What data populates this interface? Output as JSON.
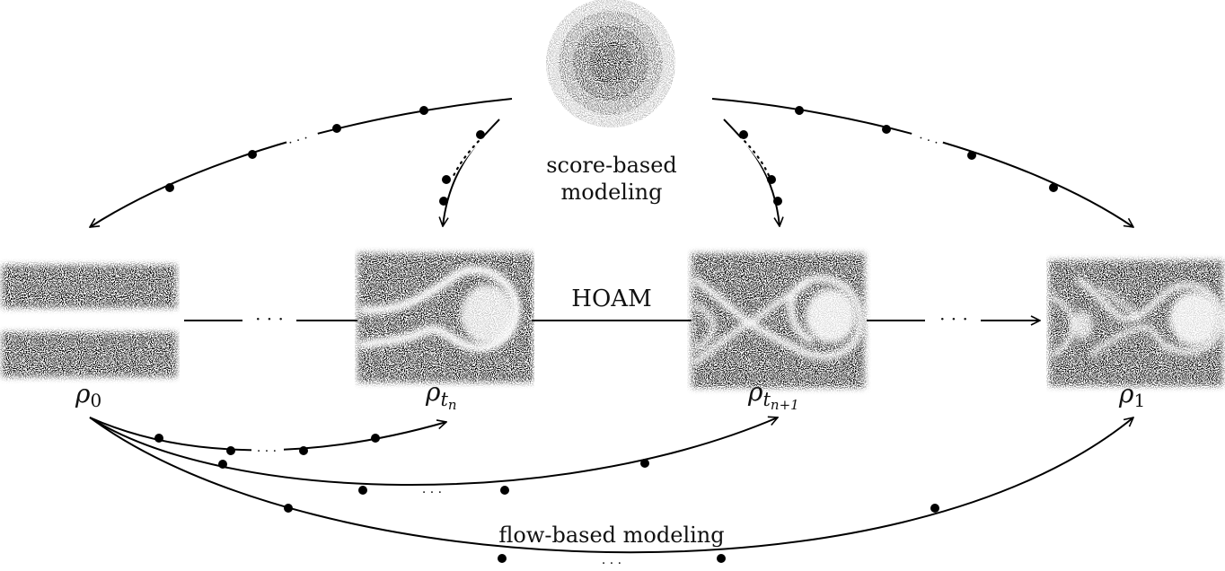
{
  "labels": {
    "score_line1": "score-based",
    "score_line2": "modeling",
    "flow": "flow-based modeling",
    "hoam": "HOAM",
    "ellipsis": "· · ·",
    "rho": "ρ",
    "sub_0": "0",
    "sub_tn": "t",
    "sub_tn_n": "n",
    "sub_tn1": "t",
    "sub_tn1_n": "n+1",
    "sub_1": "1"
  },
  "panels": [
    {
      "name": "rho-0-panel",
      "pattern": "two horizontal noisy bands"
    },
    {
      "name": "rho-tn-panel",
      "pattern": "rolling vortex"
    },
    {
      "name": "rho-tn1-panel",
      "pattern": "vortex with filaments"
    },
    {
      "name": "rho-1-panel",
      "pattern": "mixed vortices"
    }
  ],
  "colors": {
    "ink": "#000000",
    "noise": "#555555",
    "background": "#ffffff"
  }
}
